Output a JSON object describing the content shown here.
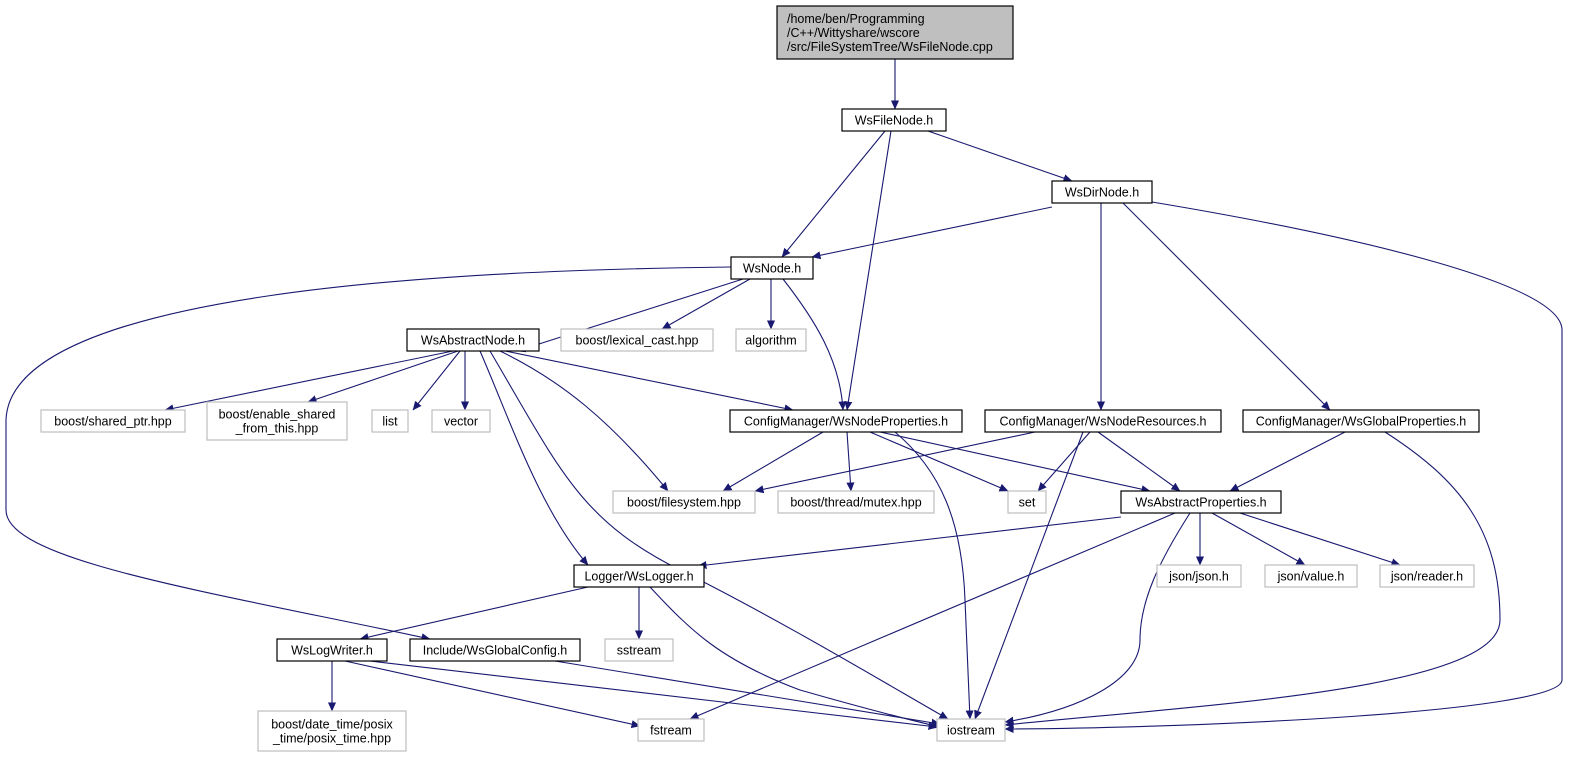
{
  "colors": {
    "edge": "#191970",
    "root_fill": "#bfbfbf",
    "root_border": "#000000",
    "documented_border": "#000000",
    "external_border": "#bfbfbf",
    "text": "#000000"
  },
  "nodes": {
    "root": {
      "lines": [
        "/home/ben/Programming",
        "/C++/Wittyshare/wscore",
        "/src/FileSystemTree/WsFileNode.cpp"
      ],
      "kind": "root"
    },
    "wsfilenode_h": {
      "lines": [
        "WsFileNode.h"
      ],
      "kind": "documented"
    },
    "wsdirnode_h": {
      "lines": [
        "WsDirNode.h"
      ],
      "kind": "documented"
    },
    "wsnode_h": {
      "lines": [
        "WsNode.h"
      ],
      "kind": "documented"
    },
    "wsabstractnode_h": {
      "lines": [
        "WsAbstractNode.h"
      ],
      "kind": "documented"
    },
    "lexical_cast": {
      "lines": [
        "boost/lexical_cast.hpp"
      ],
      "kind": "external"
    },
    "algorithm": {
      "lines": [
        "algorithm"
      ],
      "kind": "external"
    },
    "shared_ptr": {
      "lines": [
        "boost/shared_ptr.hpp"
      ],
      "kind": "external"
    },
    "enable_shared": {
      "lines": [
        "boost/enable_shared",
        "_from_this.hpp"
      ],
      "kind": "external"
    },
    "list": {
      "lines": [
        "list"
      ],
      "kind": "external"
    },
    "vector": {
      "lines": [
        "vector"
      ],
      "kind": "external"
    },
    "wsnodeproperties_h": {
      "lines": [
        "ConfigManager/WsNodeProperties.h"
      ],
      "kind": "documented"
    },
    "wsnoderesources_h": {
      "lines": [
        "ConfigManager/WsNodeResources.h"
      ],
      "kind": "documented"
    },
    "wsglobalproperties_h": {
      "lines": [
        "ConfigManager/WsGlobalProperties.h"
      ],
      "kind": "documented"
    },
    "filesystem": {
      "lines": [
        "boost/filesystem.hpp"
      ],
      "kind": "external"
    },
    "mutex": {
      "lines": [
        "boost/thread/mutex.hpp"
      ],
      "kind": "external"
    },
    "set": {
      "lines": [
        "set"
      ],
      "kind": "external"
    },
    "wsabstractproperties_h": {
      "lines": [
        "WsAbstractProperties.h"
      ],
      "kind": "documented"
    },
    "wslogger_h": {
      "lines": [
        "Logger/WsLogger.h"
      ],
      "kind": "documented"
    },
    "json_json": {
      "lines": [
        "json/json.h"
      ],
      "kind": "external"
    },
    "json_value": {
      "lines": [
        "json/value.h"
      ],
      "kind": "external"
    },
    "json_reader": {
      "lines": [
        "json/reader.h"
      ],
      "kind": "external"
    },
    "sstream": {
      "lines": [
        "sstream"
      ],
      "kind": "external"
    },
    "wslogwriter_h": {
      "lines": [
        "WsLogWriter.h"
      ],
      "kind": "documented"
    },
    "wsglobalconfig_h": {
      "lines": [
        "Include/WsGlobalConfig.h"
      ],
      "kind": "documented"
    },
    "posix_time": {
      "lines": [
        "boost/date_time/posix",
        "_time/posix_time.hpp"
      ],
      "kind": "external"
    },
    "fstream": {
      "lines": [
        "fstream"
      ],
      "kind": "external"
    },
    "iostream": {
      "lines": [
        "iostream"
      ],
      "kind": "external"
    }
  },
  "edges": [
    [
      "root",
      "wsfilenode_h"
    ],
    [
      "wsfilenode_h",
      "wsnode_h"
    ],
    [
      "wsfilenode_h",
      "wsnodeproperties_h"
    ],
    [
      "wsfilenode_h",
      "wsdirnode_h"
    ],
    [
      "wsdirnode_h",
      "wsnode_h"
    ],
    [
      "wsdirnode_h",
      "wsnoderesources_h"
    ],
    [
      "wsdirnode_h",
      "wsglobalproperties_h"
    ],
    [
      "wsdirnode_h",
      "iostream"
    ],
    [
      "wsnode_h",
      "wsabstractnode_h"
    ],
    [
      "wsnode_h",
      "lexical_cast"
    ],
    [
      "wsnode_h",
      "algorithm"
    ],
    [
      "wsnode_h",
      "wsnodeproperties_h"
    ],
    [
      "wsnode_h",
      "wsglobalconfig_h"
    ],
    [
      "wsabstractnode_h",
      "shared_ptr"
    ],
    [
      "wsabstractnode_h",
      "enable_shared"
    ],
    [
      "wsabstractnode_h",
      "list"
    ],
    [
      "wsabstractnode_h",
      "vector"
    ],
    [
      "wsabstractnode_h",
      "wsnodeproperties_h"
    ],
    [
      "wsabstractnode_h",
      "filesystem"
    ],
    [
      "wsabstractnode_h",
      "wslogger_h"
    ],
    [
      "wsabstractnode_h",
      "iostream"
    ],
    [
      "wsnodeproperties_h",
      "filesystem"
    ],
    [
      "wsnodeproperties_h",
      "mutex"
    ],
    [
      "wsnodeproperties_h",
      "set"
    ],
    [
      "wsnodeproperties_h",
      "wsabstractproperties_h"
    ],
    [
      "wsnodeproperties_h",
      "iostream"
    ],
    [
      "wsnoderesources_h",
      "filesystem"
    ],
    [
      "wsnoderesources_h",
      "set"
    ],
    [
      "wsnoderesources_h",
      "wsabstractproperties_h"
    ],
    [
      "wsnoderesources_h",
      "iostream"
    ],
    [
      "wsglobalproperties_h",
      "wsabstractproperties_h"
    ],
    [
      "wsglobalproperties_h",
      "iostream"
    ],
    [
      "wsabstractproperties_h",
      "wslogger_h"
    ],
    [
      "wsabstractproperties_h",
      "json_json"
    ],
    [
      "wsabstractproperties_h",
      "json_value"
    ],
    [
      "wsabstractproperties_h",
      "json_reader"
    ],
    [
      "wsabstractproperties_h",
      "fstream"
    ],
    [
      "wsabstractproperties_h",
      "iostream"
    ],
    [
      "wslogger_h",
      "wslogwriter_h"
    ],
    [
      "wslogger_h",
      "sstream"
    ],
    [
      "wslogger_h",
      "iostream"
    ],
    [
      "wslogwriter_h",
      "posix_time"
    ],
    [
      "wslogwriter_h",
      "fstream"
    ],
    [
      "wslogwriter_h",
      "iostream"
    ],
    [
      "wsglobalconfig_h",
      "iostream"
    ]
  ]
}
